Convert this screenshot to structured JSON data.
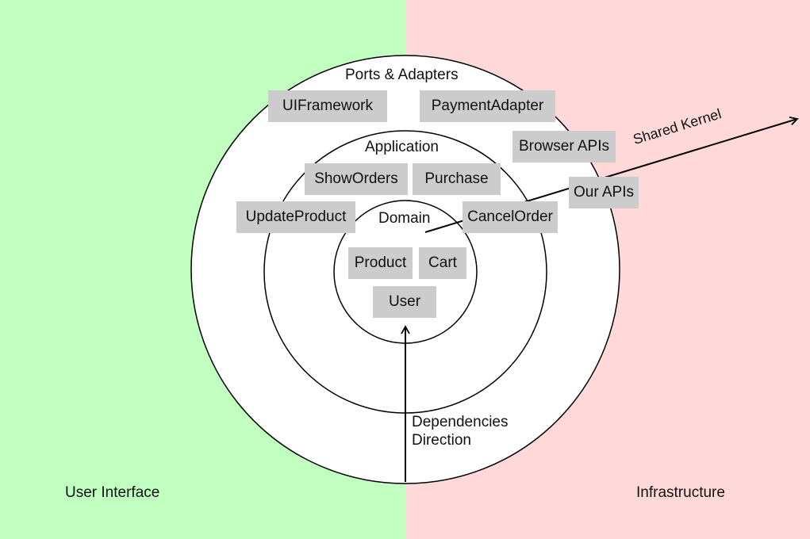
{
  "colors": {
    "user_interface_bg": "#c0ffc0",
    "infrastructure_bg": "#ffd9d9",
    "box_fill": "#cccccc",
    "ring_fill": "#ffffff",
    "stroke": "#000000"
  },
  "zones": {
    "left": "User Interface",
    "right": "Infrastructure"
  },
  "layers": {
    "ports_adapters": {
      "title": "Ports & Adapters",
      "items": [
        "UIFramework",
        "PaymentAdapter",
        "Browser APIs",
        "Our APIs",
        "UpdateProduct"
      ]
    },
    "application": {
      "title": "Application",
      "items": [
        "ShowOrders",
        "Purchase",
        "CancelOrder"
      ]
    },
    "domain": {
      "title": "Domain",
      "items": [
        "Product",
        "Cart",
        "User"
      ]
    }
  },
  "arrows": {
    "dependencies": [
      "Dependencies",
      "Direction"
    ],
    "shared_kernel": "Shared Kernel"
  }
}
